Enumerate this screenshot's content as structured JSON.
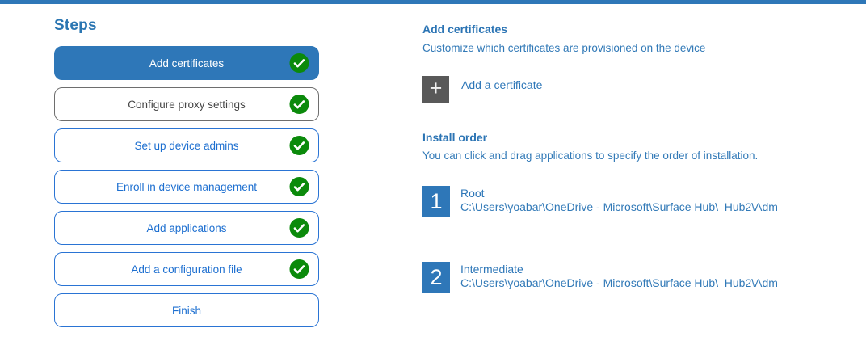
{
  "colors": {
    "accent_blue": "#2e77b8",
    "step_border_blue": "#2a74d4",
    "step_text_blue": "#1d6fd0",
    "muted_step_gray": "#6e6e6e",
    "check_green": "#0b8a0b",
    "tile_gray": "#595959"
  },
  "sidebar": {
    "title": "Steps",
    "steps": [
      {
        "label": "Add certificates",
        "state": "active",
        "completed": true
      },
      {
        "label": "Configure proxy settings",
        "state": "muted",
        "completed": true
      },
      {
        "label": "Set up device admins",
        "state": "normal",
        "completed": true
      },
      {
        "label": "Enroll in device management",
        "state": "normal",
        "completed": true
      },
      {
        "label": "Add applications",
        "state": "normal",
        "completed": true
      },
      {
        "label": "Add a configuration file",
        "state": "normal",
        "completed": true
      },
      {
        "label": "Finish",
        "state": "normal",
        "completed": false
      }
    ]
  },
  "main": {
    "section_title": "Add certificates",
    "section_subtitle": "Customize which certificates are provisioned on the device",
    "add_button": {
      "label": "Add a certificate",
      "icon": "plus-icon",
      "plus_glyph": "+"
    },
    "install_order": {
      "title": "Install order",
      "description": "You can click and drag applications to specify the order of installation.",
      "items": [
        {
          "order": "1",
          "name": "Root",
          "path": "C:\\Users\\yoabar\\OneDrive - Microsoft\\Surface Hub\\_Hub2\\Adm"
        },
        {
          "order": "2",
          "name": "Intermediate",
          "path": "C:\\Users\\yoabar\\OneDrive - Microsoft\\Surface Hub\\_Hub2\\Adm"
        }
      ]
    }
  }
}
